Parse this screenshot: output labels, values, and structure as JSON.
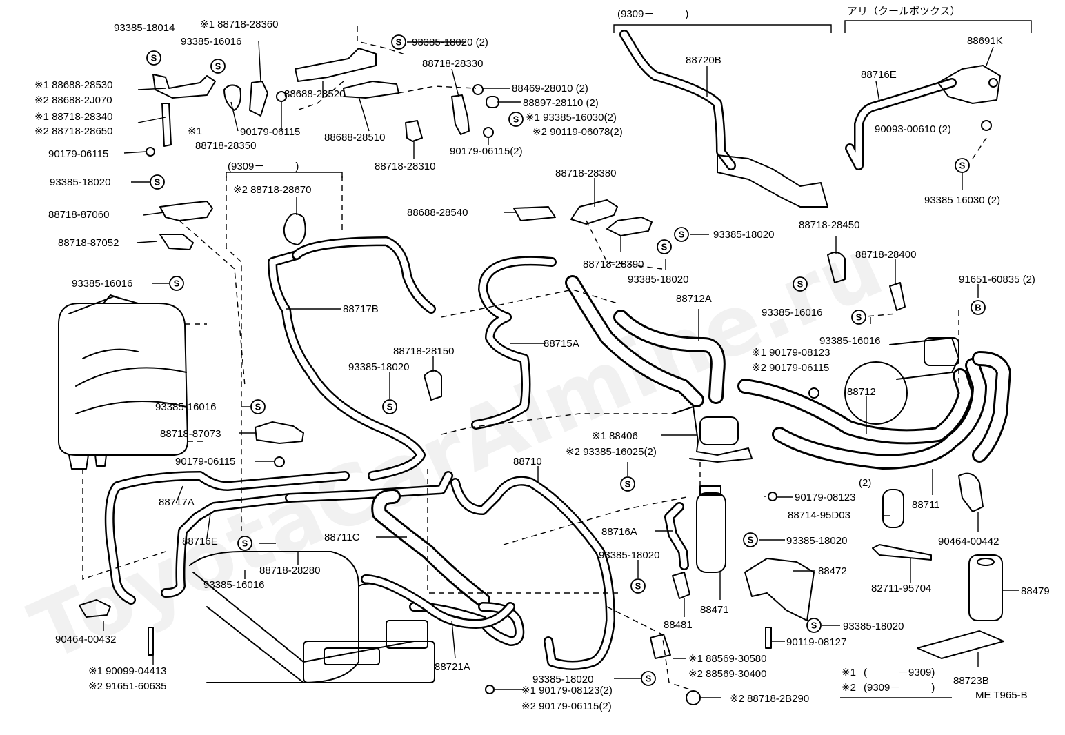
{
  "watermark": "ToyotaCarAlmine.ru",
  "diagram_code": "ME T965-B",
  "circle_symbol_s": "S",
  "circle_symbol_b": "B",
  "brackets": {
    "top_9309": "(9309－　　　)",
    "top_option": "アリ（クールボツクス）",
    "mid_9309": "(9309－　　　)"
  },
  "legend": {
    "line1_mark": "※1",
    "line1_text": "(　　　－9309)",
    "line2_mark": "※2",
    "line2_text": "(9309－　　　)"
  },
  "labels": {
    "p93385_18014": "93385-18014",
    "p88718_28360": "※1 88718-28360",
    "p93385_16016_top": "93385-16016",
    "p88688_28530": "※1 88688-28530",
    "p88688_2J070": "※2 88688-2J070",
    "p88718_28340": "※1 88718-28340",
    "p88718_28650": "※2 88718-28650",
    "mark1_near_clamp": "※1",
    "p88718_28350": "88718-28350",
    "p90179_06115_a": "90179-06115",
    "p90179_06115_b": "90179-06115",
    "p88688_28520": "88688-28520",
    "p88688_28510": "88688-28510",
    "p88718_28310": "88718-28310",
    "p93385_18020_2": "93385-18020 (2)",
    "p88718_28330": "88718-28330",
    "p88469_28010": "88469-28010 (2)",
    "p88897_28110": "88897-28110 (2)",
    "p93385_16030_2": "※1 93385-16030(2)",
    "p90119_06078_2": "※2 90119-06078(2)",
    "p90179_06115_2": "90179-06115(2)",
    "p88720B": "88720B",
    "p88691K": "88691K",
    "p88716E_top": "88716E",
    "p90093_00610": "90093-00610 (2)",
    "p93385_16030_r": "93385 16030 (2)",
    "p93385_18020_l": "93385-18020",
    "p88718_28670": "※2 88718-28670",
    "p88718_87060": "88718-87060",
    "p88718_87052": "88718-87052",
    "p93385_16016_l": "93385-16016",
    "p88717B": "88717B",
    "p88718_28380": "88718-28380",
    "p88688_28540": "88688-28540",
    "p93385_18020_m1": "93385-18020",
    "p88718_28390": "88718-28390",
    "p93385_18020_m2": "93385-18020",
    "p88718_28450": "88718-28450",
    "p88718_28400": "88718-28400",
    "p91651_60835": "91651-60835 (2)",
    "p93385_16016_r1": "93385-16016",
    "p88712A": "88712A",
    "p93385_16016_r2": "93385-16016",
    "p90179_08123_m1": "※1 90179-08123",
    "p90179_06115_m2": "※2 90179-06115",
    "p88715A": "88715A",
    "p88718_28150": "88718-28150",
    "p93385_18020_c": "93385-18020",
    "p88712": "88712",
    "p93385_16016_c": "93385-16016",
    "p88718_87073": "88718-87073",
    "p90179_06115_c": "90179-06115",
    "p88406": "※1 88406",
    "p93385_16025_2": "※2 93385-16025(2)",
    "p88710": "88710",
    "p88717A": "88717A",
    "p2_count": "(2)",
    "p90179_08123": "90179-08123",
    "p88711": "88711",
    "p88714_95D03": "88714-95D03",
    "p88716E_bot": "88716E",
    "p88711C": "88711C",
    "p88716A": "88716A",
    "p90464_00442": "90464-00442",
    "p93385_18020_r3": "93385-18020",
    "p88718_28280": "88718-28280",
    "p93385_18020_b1": "93385-18020",
    "p88472": "88472",
    "p93385_16016_b": "93385-16016",
    "p82711_95704": "82711-95704",
    "p88479": "88479",
    "p88471": "88471",
    "p88481": "88481",
    "p93385_18020_r4": "93385-18020",
    "p90464_00432": "90464-00432",
    "p90119_08127": "90119-08127",
    "p88721A": "88721A",
    "p93385_18020_b2": "93385-18020",
    "p88569_30580": "※1 88569-30580",
    "p88569_30400": "※2 88569-30400",
    "p88723B": "88723B",
    "p90099_04413": "※1 90099-04413",
    "p91651_60635": "※2 91651-60635",
    "p90179_08123_2": "※1 90179-08123(2)",
    "p90179_06115_22": "※2 90179-06115(2)",
    "p88718_2B290": "※2 88718-2B290"
  }
}
